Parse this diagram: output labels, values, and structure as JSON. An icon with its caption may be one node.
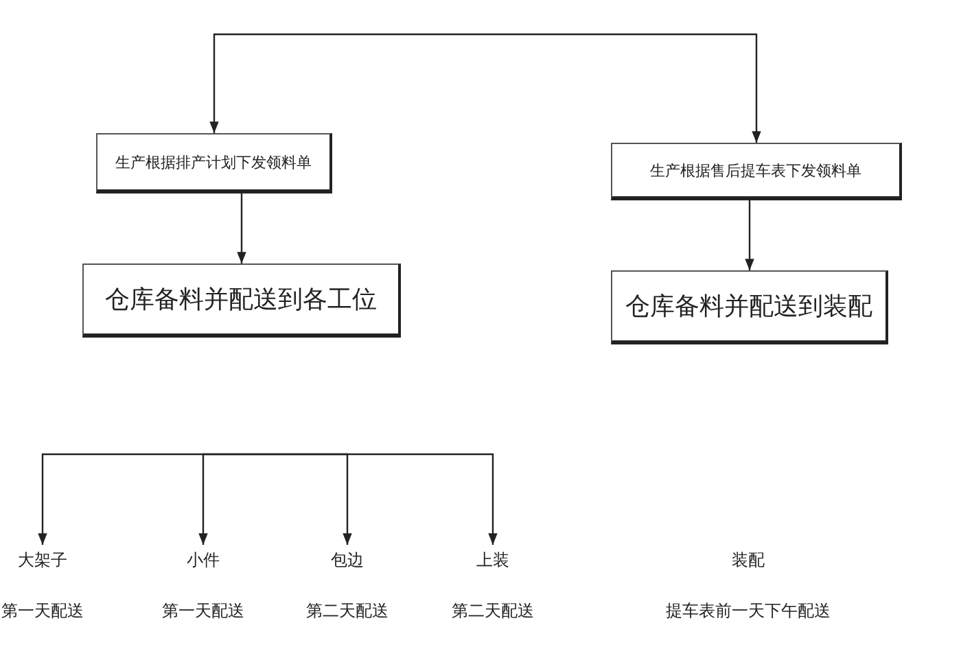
{
  "diagram": {
    "nodes": [
      {
        "text": [
          "生产根据排产计划下发领料单"
        ]
      },
      {
        "text": [
          "生产根据售后提车表下发领料单"
        ]
      },
      {
        "text": [
          "仓库备料并配送到各工位"
        ]
      },
      {
        "text": [
          "仓库备料并配送到装配"
        ]
      },
      {
        "text": [
          "大架子"
        ],
        "beside": [
          "第一天配送"
        ]
      },
      {
        "text": [
          "小件"
        ],
        "beside": [
          "第一天配送"
        ]
      },
      {
        "text": [
          "包边"
        ],
        "beside": [
          "第二天配送"
        ]
      },
      {
        "text": [
          "上装"
        ],
        "beside": [
          "第二天配送"
        ]
      },
      {
        "text": [
          "装配"
        ],
        "beside": [
          "提车表前一天下午配送"
        ]
      }
    ],
    "edges": [
      {
        "from": null,
        "to": 0,
        "arrow": "to"
      },
      {
        "from": null,
        "to": 1,
        "arrow": "to"
      },
      {
        "from": 0,
        "to": 2,
        "arrow": "to"
      },
      {
        "from": 1,
        "to": 3,
        "arrow": "to"
      },
      {
        "from": null,
        "to": 4,
        "arrow": "to"
      },
      {
        "from": null,
        "to": 5,
        "arrow": "to"
      },
      {
        "from": null,
        "to": 6,
        "arrow": "to"
      },
      {
        "from": null,
        "to": 7,
        "arrow": "to"
      }
    ]
  }
}
